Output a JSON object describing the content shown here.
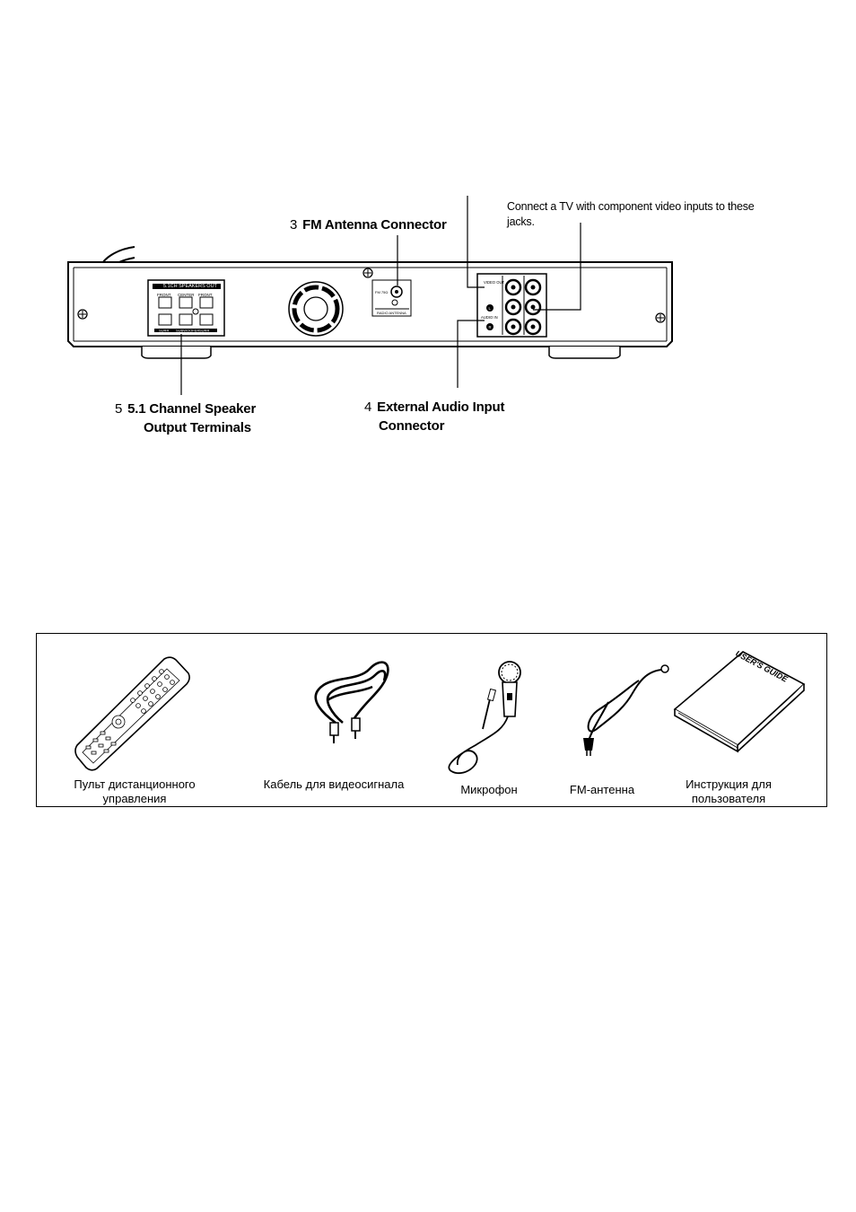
{
  "rear_panel": {
    "callout_component": "Connect a TV with component video inputs to these jacks.",
    "callout_fm_number": "3",
    "callout_fm": "FM Antenna Connector",
    "callout_speaker_number": "5",
    "callout_speaker_line1": "5.1 Channel Speaker",
    "callout_speaker_line2": "Output Terminals",
    "callout_audio_number": "4",
    "callout_audio_line1": "External Audio Input",
    "callout_audio_line2": "Connector",
    "panel_text": {
      "speakers_out": "5.1CH SPEAKERS OUT",
      "front_l": "FRONT",
      "center": "CENTER",
      "front_r": "FRONT",
      "surround_l": "SURR",
      "subwoofer": "SUBWOOFER",
      "surround_r": "SURR",
      "video_out": "VIDEO OUT",
      "audio_in": "AUDIO IN",
      "audio_l": "L",
      "audio_r": "R",
      "fm_small": "FM 75Ω",
      "radio_antenna": "RADIO ANTENNA"
    }
  },
  "accessories": [
    {
      "label": "Пульт дистанционного управления",
      "icon": "remote-control-icon"
    },
    {
      "label": "Кабель для видеосигнала",
      "icon": "video-cable-icon"
    },
    {
      "label": "Микрофон",
      "icon": "microphone-icon"
    },
    {
      "label": "FM-антенна",
      "icon": "fm-antenna-icon"
    },
    {
      "label": "Инструкция для пользователя",
      "icon": "users-guide-icon",
      "cover_text": "USER'S GUIDE"
    }
  ]
}
